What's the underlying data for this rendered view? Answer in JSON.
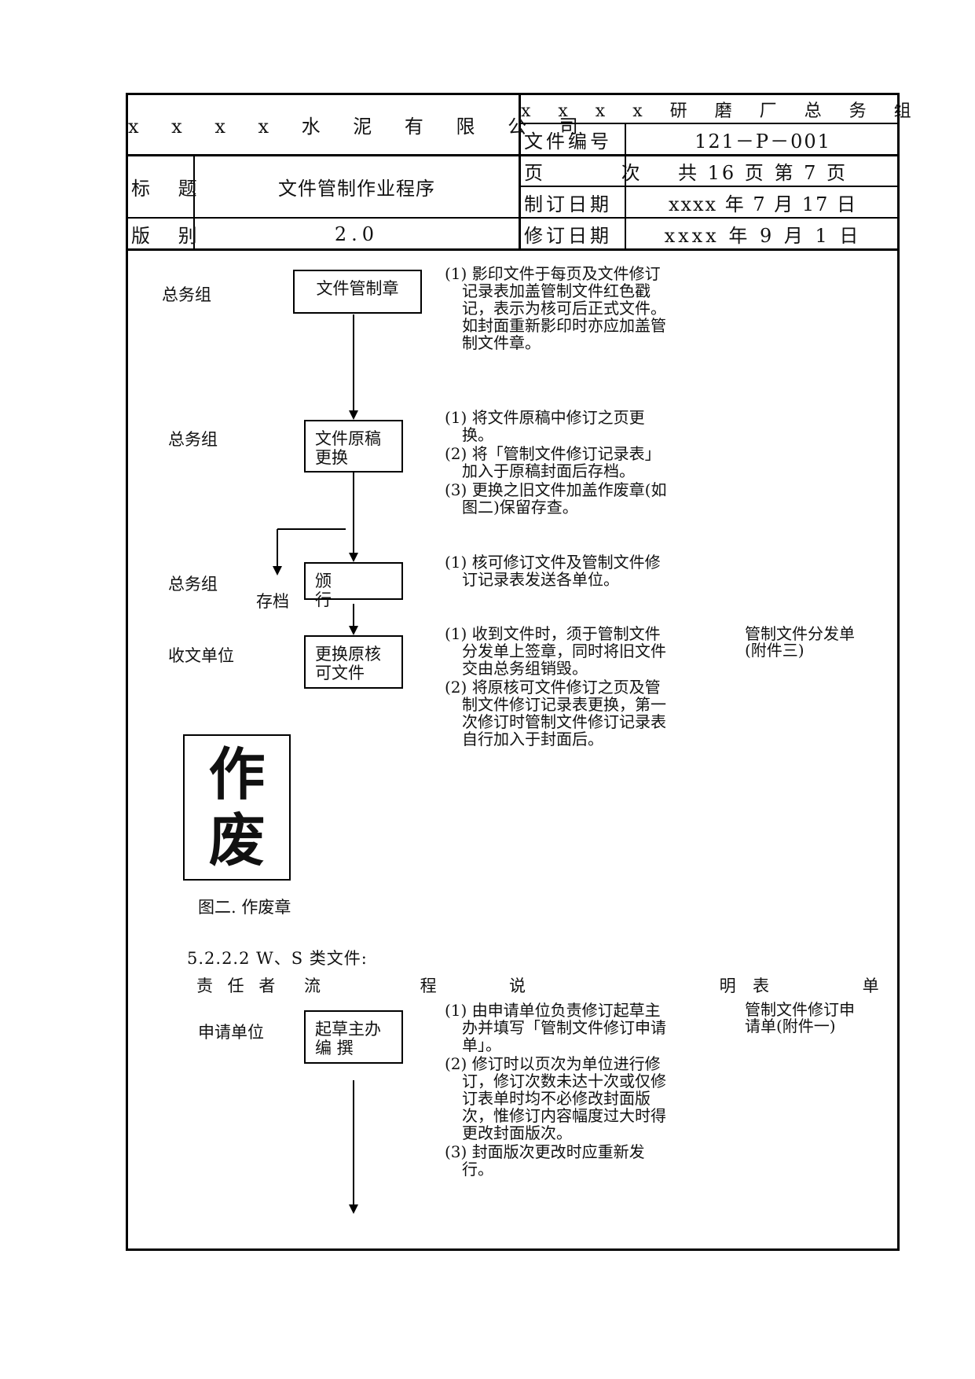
{
  "header": {
    "company": "x x x x 水 泥 有 限 公 司",
    "department": "x x x x 研 磨 厂 总 务 组",
    "title_label": "标 题",
    "title_value": "文件管制作业程序",
    "version_label": "版 别",
    "version_value": "2.0",
    "doc_no_label": "文件编号",
    "doc_no_value": "121－P－001",
    "page_label": "页 次",
    "page_value": "共 16 页 第 7 页",
    "created_label": "制订日期",
    "created_value": "xxxx 年 7 月 17 日",
    "revised_label": "修订日期",
    "revised_value": "xxxx 年 9 月 1 日"
  },
  "flow1": {
    "steps": [
      {
        "role": "总务组",
        "box": "文件管制章",
        "notes": [
          "(1) 影印文件于每页及文件修订记录表加盖管制文件红色戳记，表示为核可后正式文件。如封面重新影印时亦应加盖管制文件章。"
        ]
      },
      {
        "role": "总务组",
        "box": "文件原稿\n更换",
        "notes": [
          "(1) 将文件原稿中修订之页更换。",
          "(2) 将「管制文件修订记录表」加入于原稿封面后存档。",
          "(3) 更换之旧文件加盖作废章(如图二)保留存查。"
        ]
      },
      {
        "role": "总务组",
        "box": "颁 行",
        "notes": [
          "(1) 核可修订文件及管制文件修订记录表发送各单位。"
        ]
      },
      {
        "role": "收文单位",
        "box": "更换原核\n可文件",
        "notes": [
          "(1) 收到文件时，须于管制文件分发单上签章，同时将旧文件交由总务组销毁。",
          "(2) 将原核可文件修订之页及管制文件修订记录表更换，第一次修订时管制文件修订记录表自行加入于封面后。"
        ],
        "form": "管制文件分发单\n(附件三)"
      }
    ],
    "archive_label": "存档"
  },
  "stamp": {
    "char1": "作",
    "char2": "废",
    "caption": "图二. 作废章"
  },
  "section2": {
    "heading": "5.2.2.2 W、S 类文件:",
    "columns": [
      "责 任 者",
      "流 程",
      "说 明",
      "表 单"
    ],
    "role": "申请单位",
    "box": "起草主办\n编 撰",
    "notes": [
      "(1) 由申请单位负责修订起草主办并填写「管制文件修订申请单」。",
      "(2) 修订时以页次为单位进行修订，修订次数未达十次或仅修订表单时均不必修改封面版次，惟修订内容幅度过大时得更改封面版次。",
      "(3) 封面版次更改时应重新发行。"
    ],
    "form": "管制文件修订申\n请单(附件一)"
  }
}
